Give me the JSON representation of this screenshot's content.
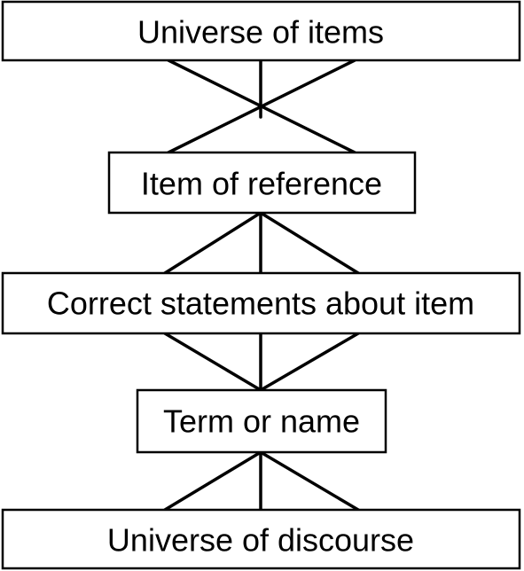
{
  "diagram": {
    "nodes": [
      {
        "id": "universe-of-items",
        "label": "Universe of items"
      },
      {
        "id": "item-of-reference",
        "label": "Item of reference"
      },
      {
        "id": "correct-statements",
        "label": "Correct statements about item"
      },
      {
        "id": "term-or-name",
        "label": "Term or name"
      },
      {
        "id": "universe-of-discourse",
        "label": "Universe of discourse"
      }
    ],
    "colors": {
      "stroke": "#000000",
      "background": "#ffffff"
    }
  }
}
